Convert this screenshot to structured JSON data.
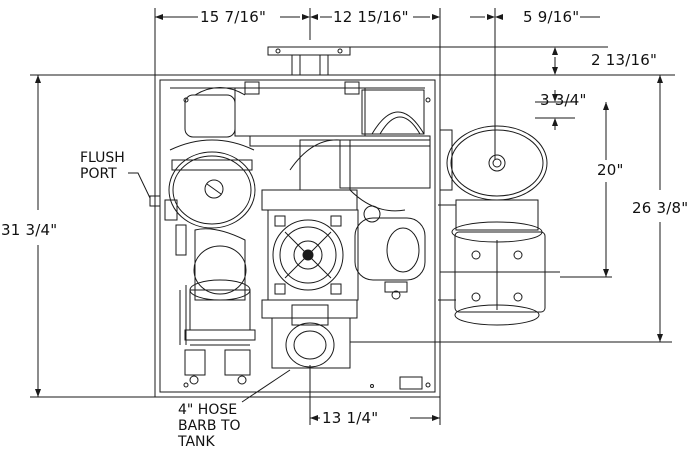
{
  "dimensions": {
    "width_left": "15 7/16\"",
    "width_mid": "12 15/16\"",
    "width_right": "5 9/16\"",
    "offset_top": "2 13/16\"",
    "offset_inner": "3 3/4\"",
    "height_20": "20\"",
    "height_26": "26 3/8\"",
    "height_31": "31 3/4\"",
    "bottom_width": "13 1/4\""
  },
  "callouts": {
    "flush_port": "FLUSH\nPORT",
    "hose_barb": "4\" HOSE\nBARB TO\nTANK"
  },
  "colors": {
    "line": "#1a1a1a",
    "fill": "#ffffff"
  }
}
